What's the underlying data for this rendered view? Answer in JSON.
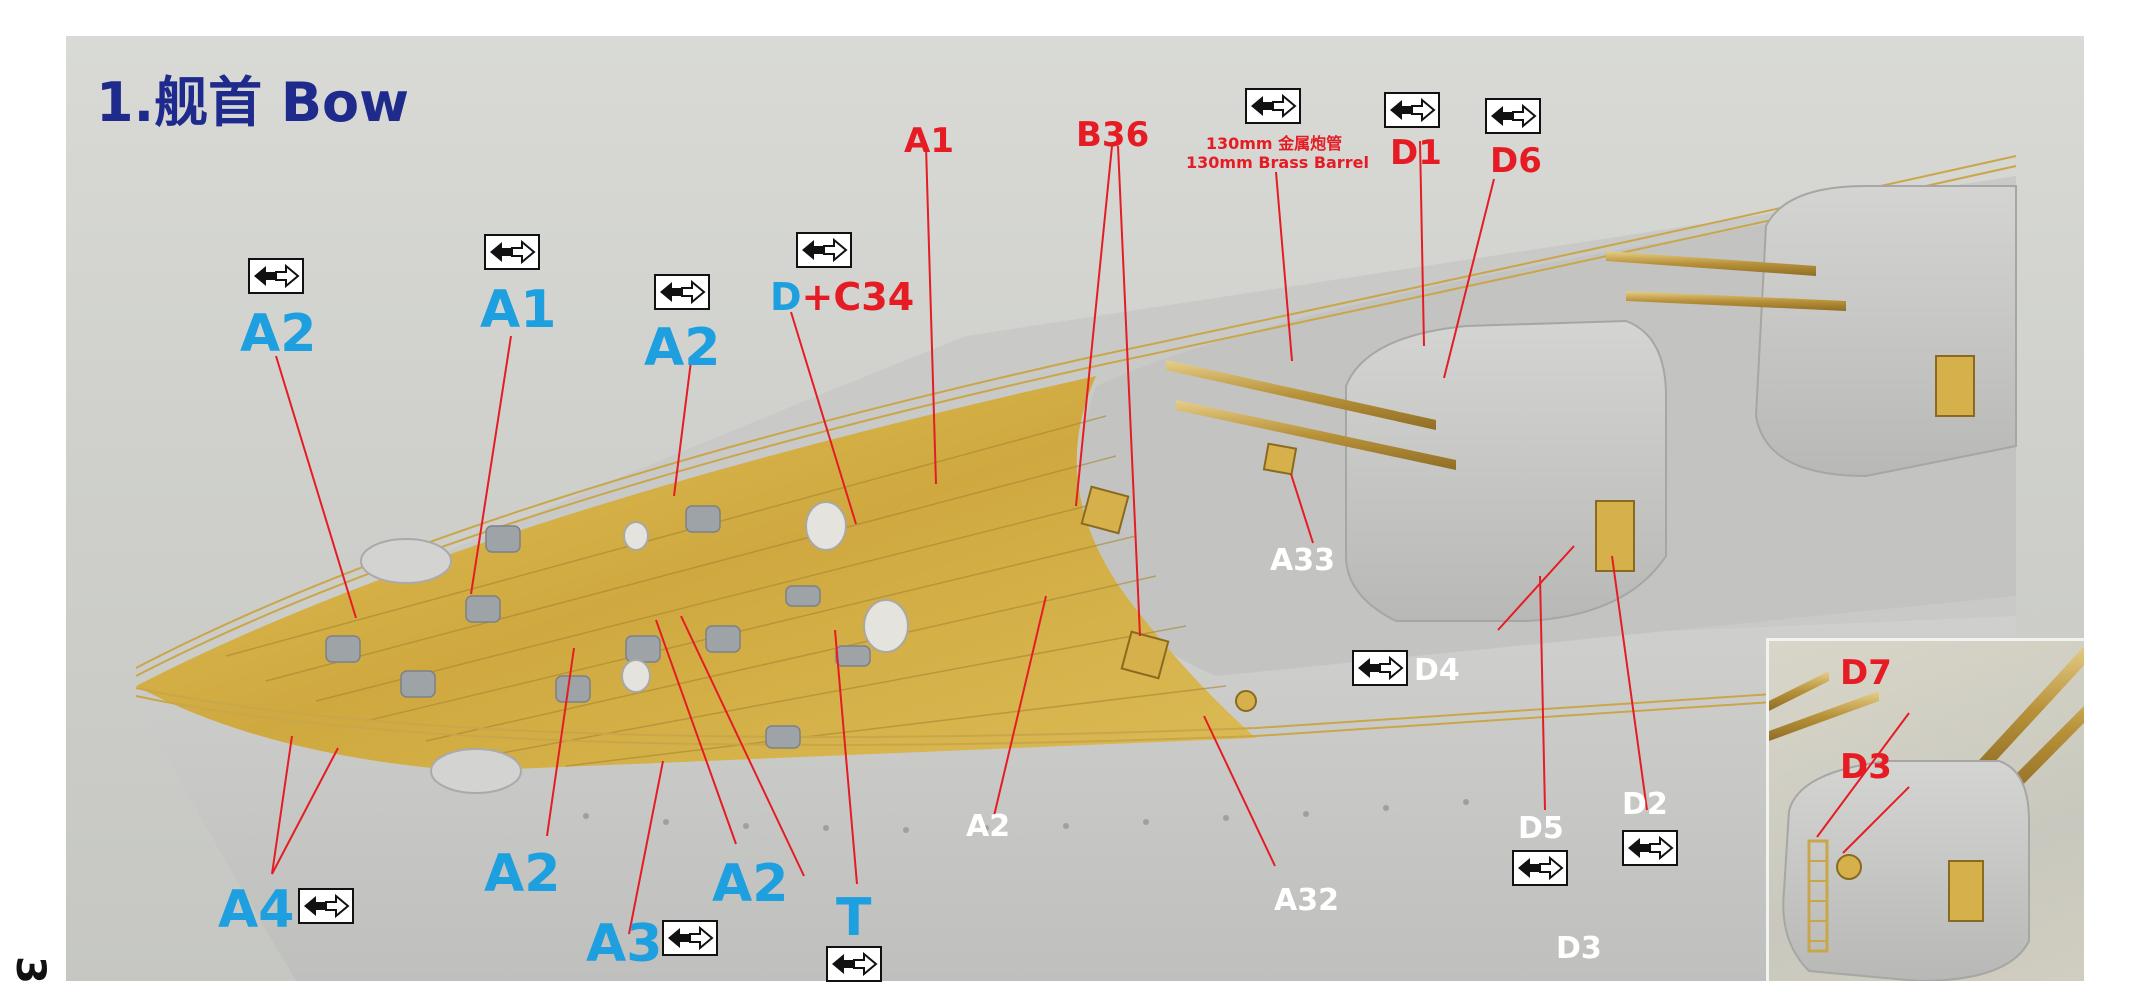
{
  "page": {
    "title": "1.舰首 Bow",
    "page_number": "3"
  },
  "icons": {
    "instruction_icon": "double-arrow-icon",
    "icon_meaning_colors": {
      "box": "#ffffff",
      "left_arrow": "#111111",
      "right_arrow": "#ffffff"
    }
  },
  "colors": {
    "title": "#1e2a8c",
    "blue_labels": "#1d9fe0",
    "red_labels": "#e51c24",
    "white_labels": "#ffffff",
    "leader_lines": "#e51c24",
    "deck_gold": "#d4b24a",
    "hull_grey": "#c5c6c3"
  },
  "labels": {
    "blue": {
      "a2_left": "A2",
      "a1_blue": "A1",
      "a2_center": "A2",
      "d_c34_d": "D",
      "a2_bottom_left": "A2",
      "a2_bottom_mid": "A2",
      "t": "T",
      "a4": "A4",
      "a3": "A3"
    },
    "red": {
      "d_c34_rest": "+C34",
      "a1_red": "A1",
      "b36": "B36",
      "d1": "D1",
      "d6": "D6",
      "barrel_cn": "130mm 金属炮管",
      "barrel_en": "130mm Brass Barrel",
      "d7": "D7",
      "d3_inset": "D3"
    },
    "white": {
      "a33": "A33",
      "d4": "D4",
      "a2_white": "A2",
      "a32": "A32",
      "d5": "D5",
      "d2": "D2",
      "d3_bottom": "D3"
    }
  }
}
